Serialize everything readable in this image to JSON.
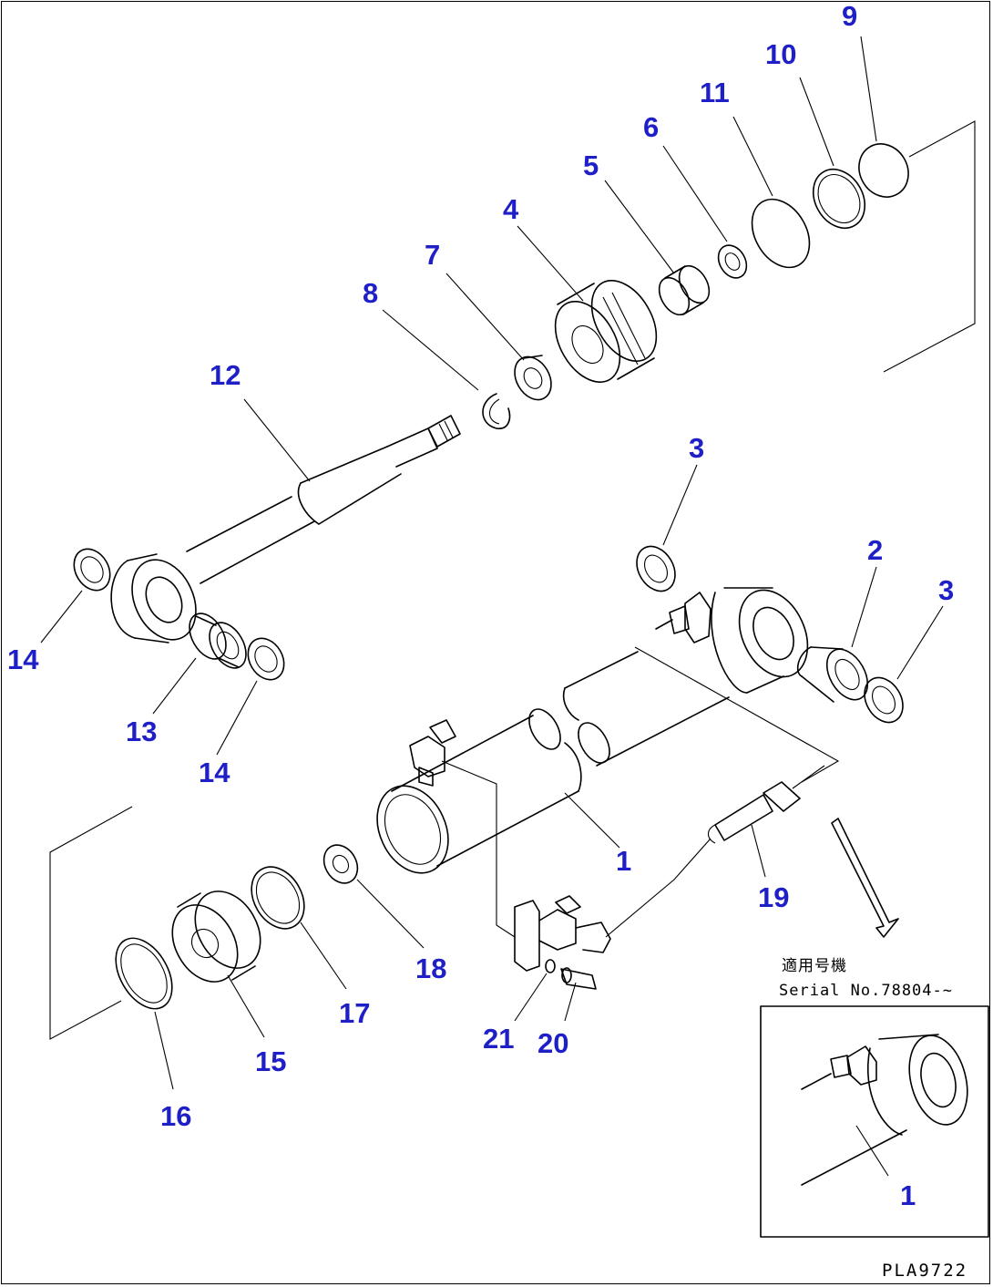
{
  "callouts": [
    {
      "id": "c9",
      "text": "9"
    },
    {
      "id": "c10",
      "text": "10"
    },
    {
      "id": "c11",
      "text": "11"
    },
    {
      "id": "c6",
      "text": "6"
    },
    {
      "id": "c5",
      "text": "5"
    },
    {
      "id": "c4",
      "text": "4"
    },
    {
      "id": "c7",
      "text": "7"
    },
    {
      "id": "c8",
      "text": "8"
    },
    {
      "id": "c12",
      "text": "12"
    },
    {
      "id": "c3a",
      "text": "3"
    },
    {
      "id": "c2",
      "text": "2"
    },
    {
      "id": "c3b",
      "text": "3"
    },
    {
      "id": "c14a",
      "text": "14"
    },
    {
      "id": "c13",
      "text": "13"
    },
    {
      "id": "c14b",
      "text": "14"
    },
    {
      "id": "c1",
      "text": "1"
    },
    {
      "id": "c19",
      "text": "19"
    },
    {
      "id": "c18",
      "text": "18"
    },
    {
      "id": "c17",
      "text": "17"
    },
    {
      "id": "c21",
      "text": "21"
    },
    {
      "id": "c20",
      "text": "20"
    },
    {
      "id": "c15",
      "text": "15"
    },
    {
      "id": "c16",
      "text": "16"
    }
  ],
  "inset": {
    "heading": "適用号機",
    "serial": "Serial No.78804-~",
    "callout": "1"
  },
  "drawing_code": "PLA9722"
}
